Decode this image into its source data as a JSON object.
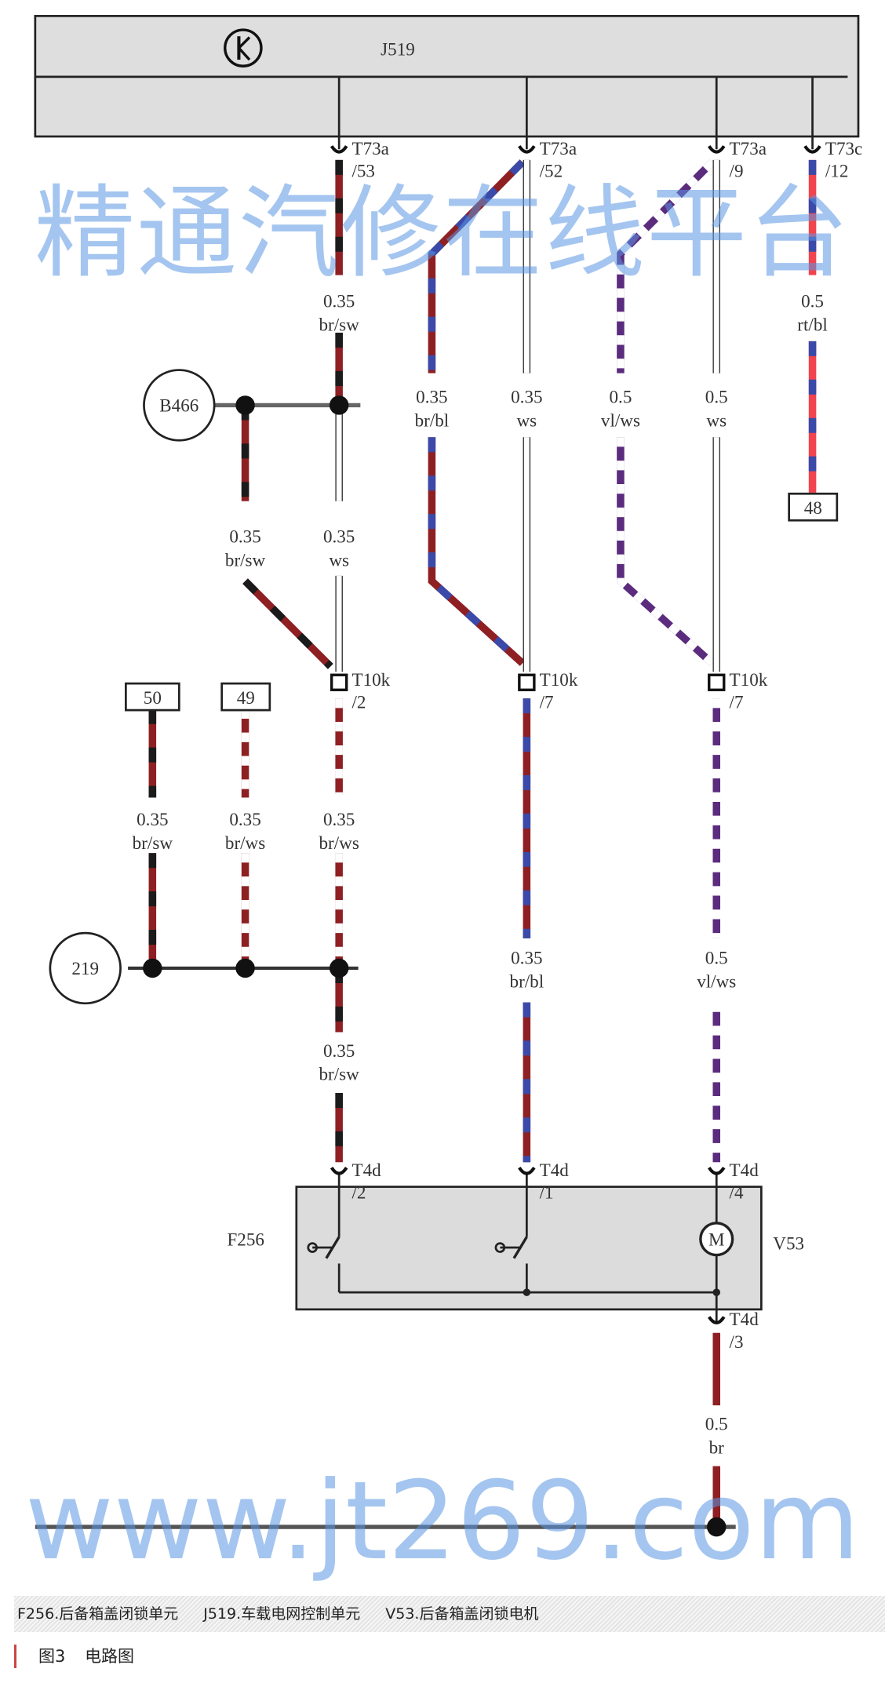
{
  "colors": {
    "br": "#8e1f22",
    "sw": "#1b1b1b",
    "bl": "#3b4aa8",
    "ws": "#ffffff",
    "vl": "#5b2b7e",
    "rt": "#f2444e",
    "module": "#dcdcdc"
  },
  "modules": {
    "j519": "J519",
    "f256": "F256",
    "v53": "V53",
    "motor_symbol": "M"
  },
  "connectors": [
    {
      "name": "T73a",
      "pin": "/53"
    },
    {
      "name": "T73a",
      "pin": "/52"
    },
    {
      "name": "T73a",
      "pin": "/9"
    },
    {
      "name": "T73c",
      "pin": "/12"
    },
    {
      "name": "T10k",
      "pin": "/2"
    },
    {
      "name": "T10k",
      "pin": "/7"
    },
    {
      "name": "T10k",
      "pin": "/7"
    },
    {
      "name": "T4d",
      "pin": "/2"
    },
    {
      "name": "T4d",
      "pin": "/1"
    },
    {
      "name": "T4d",
      "pin": "/4"
    },
    {
      "name": "T4d",
      "pin": "/3"
    }
  ],
  "wire_labels": [
    {
      "gauge": "0.35",
      "color": "br/sw"
    },
    {
      "gauge": "0.35",
      "color": "br/bl"
    },
    {
      "gauge": "0.35",
      "color": "ws"
    },
    {
      "gauge": "0.5",
      "color": "vl/ws"
    },
    {
      "gauge": "0.5",
      "color": "ws"
    },
    {
      "gauge": "0.5",
      "color": "rt/bl"
    },
    {
      "gauge": "0.35",
      "color": "br/sw"
    },
    {
      "gauge": "0.35",
      "color": "ws"
    },
    {
      "gauge": "0.35",
      "color": "br/sw"
    },
    {
      "gauge": "0.35",
      "color": "br/ws"
    },
    {
      "gauge": "0.35",
      "color": "br/ws"
    },
    {
      "gauge": "0.35",
      "color": "br/bl"
    },
    {
      "gauge": "0.5",
      "color": "vl/ws"
    },
    {
      "gauge": "0.35",
      "color": "br/sw"
    },
    {
      "gauge": "0.5",
      "color": "br"
    }
  ],
  "ground_points": {
    "b466": "B466",
    "p219": "219"
  },
  "references": {
    "r48": "48",
    "r50": "50",
    "r49": "49"
  },
  "watermark": {
    "line1": "精通汽修在线平台",
    "line2": "www.jt269.com"
  },
  "legend": [
    "F256.后备箱盖闭锁单元",
    "J519.车载电网控制单元",
    "V53.后备箱盖闭锁电机"
  ],
  "figure": {
    "number": "图3",
    "title": "电路图"
  }
}
